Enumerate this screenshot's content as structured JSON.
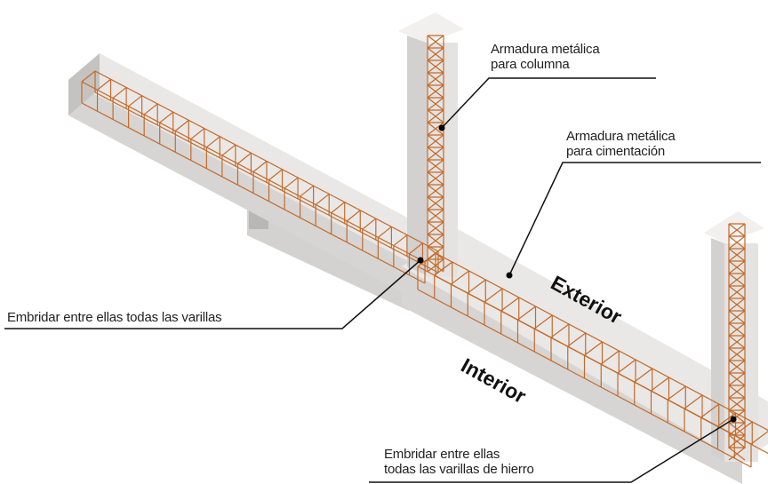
{
  "labels": {
    "column_rebar": [
      "Armadura metálica",
      "para columna"
    ],
    "foundation_rebar": [
      "Armadura metálica",
      "para cimentación"
    ],
    "tie_all_bars": "Embridar entre ellas todas las varillas",
    "tie_iron_bars": [
      "Embridar entre ellas",
      "todas las varillas de hierro"
    ],
    "exterior": "Exterior",
    "interior": "Interior"
  },
  "colors": {
    "concrete_top": "#e9e8e6",
    "concrete_side": "#d6d5d3",
    "concrete_end": "#c4c3c1",
    "rebar": "#c46a2a",
    "leader": "#111111"
  }
}
